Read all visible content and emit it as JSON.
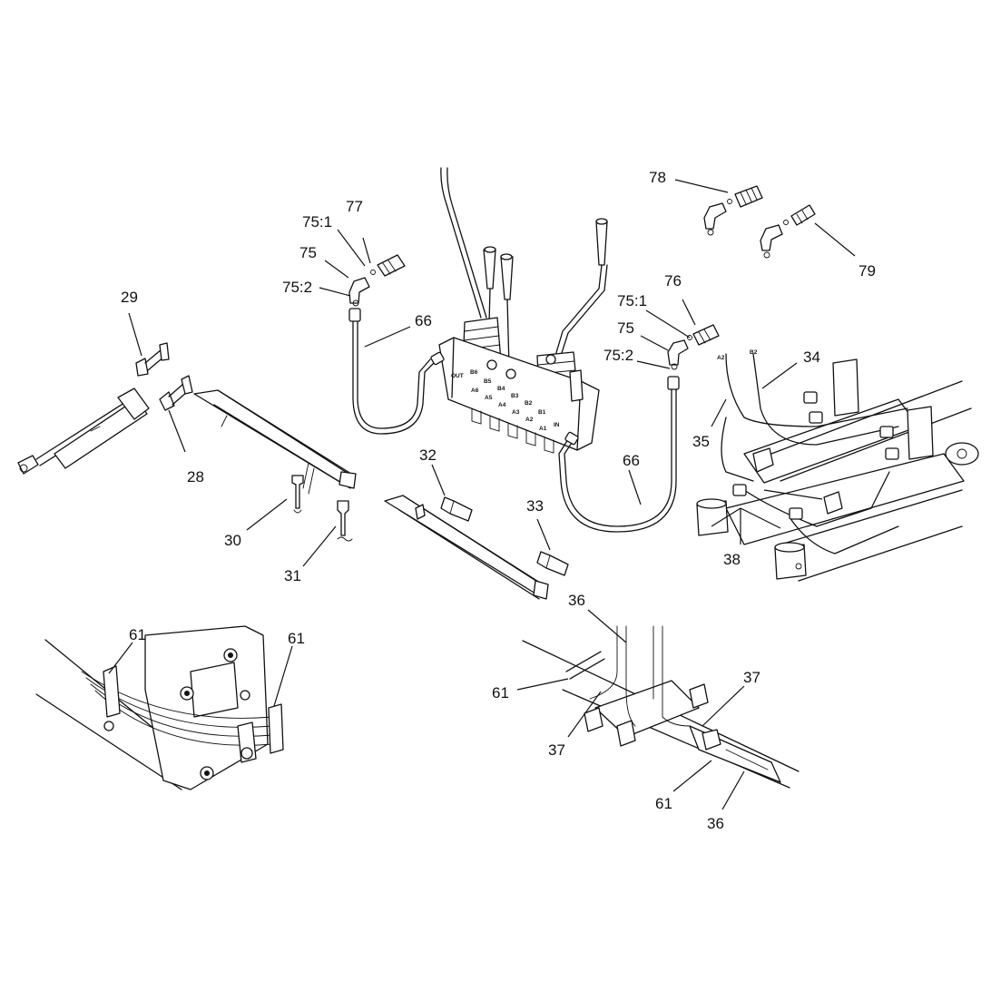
{
  "colors": {
    "ink": "#111111",
    "paper": "#ffffff"
  },
  "callouts": {
    "c28": "28",
    "c29": "29",
    "c30": "30",
    "c31": "31",
    "c32": "32",
    "c33": "33",
    "c34": "34",
    "c35": "35",
    "c36a": "36",
    "c36b": "36",
    "c37a": "37",
    "c37b": "37",
    "c38": "38",
    "c61a": "61",
    "c61b": "61",
    "c61c": "61",
    "c61d": "61",
    "c66a": "66",
    "c66b": "66",
    "c75a": "75",
    "c75_1a": "75:1",
    "c75_2a": "75:2",
    "c75b": "75",
    "c75_1b": "75:1",
    "c75_2b": "75:2",
    "c76": "76",
    "c77": "77",
    "c78": "78",
    "c79": "79"
  },
  "valve_ports": {
    "out": "OUT",
    "in": "IN",
    "b6": "B6",
    "a6": "A6",
    "b5": "B5",
    "a5": "A5",
    "b4": "B4",
    "a4": "A4",
    "b3": "B3",
    "a3": "A3",
    "b2": "B2",
    "a2": "A2",
    "b1": "B1",
    "a1": "A1"
  },
  "hose_tags": {
    "a2": "A2",
    "b2": "B2"
  }
}
